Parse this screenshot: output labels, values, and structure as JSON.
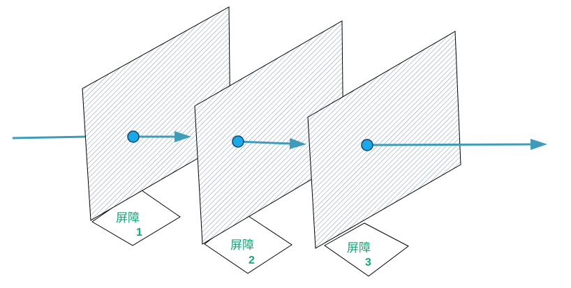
{
  "colors": {
    "hatch": "#3a5f8a",
    "panel_edge": "#000000",
    "arrow": "#3f9cb8",
    "dot_fill": "#1aa8e8",
    "dot_stroke": "#114466",
    "label_text": "#1aa37a"
  },
  "screens": [
    {
      "label": "屏障",
      "number": "1"
    },
    {
      "label": "屏障",
      "number": "2"
    },
    {
      "label": "屏障",
      "number": "3"
    }
  ]
}
